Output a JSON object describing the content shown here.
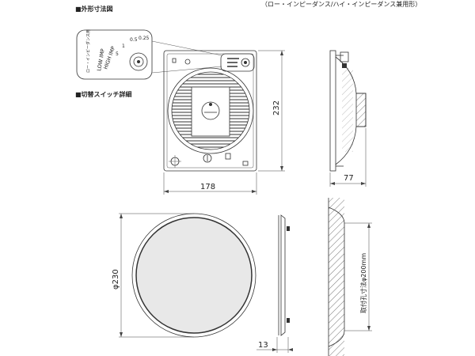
{
  "section_titles": {
    "outline": "■外形寸法図",
    "switch_detail": "■切替スイッチ詳細",
    "model_type": "（ロー・インピーダンス/ハイ・インピーダンス兼用形）"
  },
  "dimensions": {
    "height": "232",
    "width": "178",
    "depth": "77",
    "diameter": "φ230",
    "grille_depth": "13",
    "cutout": "取付孔寸法φ200mm"
  },
  "switch_labels": {
    "high_imp": "HIGH IMP",
    "low_imp": "LOW IMP",
    "tap_note": "ロー・インピーダンス用",
    "numbers": [
      "5",
      "1",
      "0.5",
      "0.25"
    ]
  },
  "icons": {
    "speaker": "speaker-icon",
    "switch": "selector-switch-icon",
    "terminal": "terminal-icon"
  },
  "colors": {
    "line": "#333333",
    "grille_fill": "#e8e8e8",
    "hatch": "#555555",
    "background": "#ffffff"
  }
}
